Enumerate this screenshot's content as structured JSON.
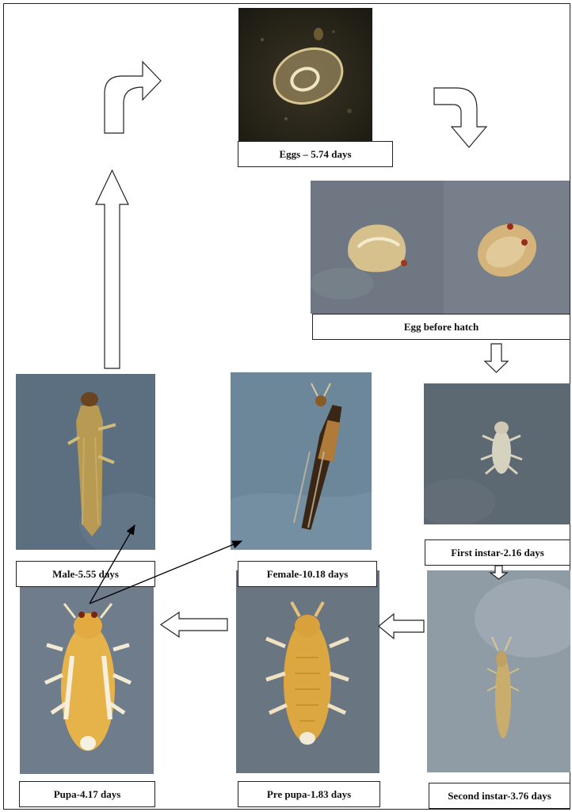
{
  "stages": {
    "eggs": "Eggs – 5.74 days",
    "egg_before_hatch": "Egg before hatch",
    "first_instar": "First instar-2.16 days",
    "second_instar": "Second instar-3.76 days",
    "pre_pupa": "Pre pupa-1.83 days",
    "pupa": "Pupa-4.17 days",
    "male": "Male-5.55 days",
    "female": "Female-10.18 days"
  }
}
